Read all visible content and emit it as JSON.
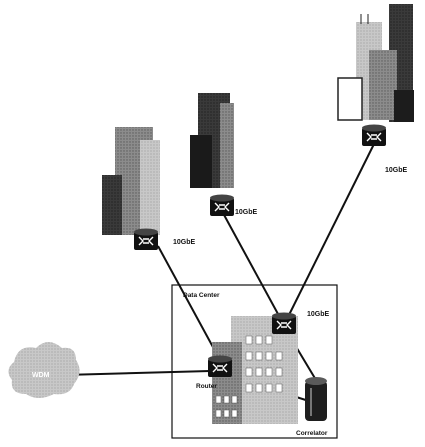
{
  "diagram": {
    "nodes": {
      "router": {
        "label": "Router"
      },
      "dc_switch": {
        "label": "10GbE"
      },
      "bldg_left_switch": {
        "label": "10GbE"
      },
      "bldg_mid_switch": {
        "label": "10GbE"
      },
      "bldg_right_switch": {
        "label": "10GbE"
      },
      "wdm": {
        "label": "WDM"
      },
      "correlator": {
        "label": "Correlator"
      },
      "data_center": {
        "label": "Data Center"
      }
    }
  },
  "colors": {
    "line": "#111111",
    "switch_fill": "#111111",
    "building_dark": "#2a2a2a",
    "building_mid": "#7a7a7a",
    "building_light": "#bdbdbd",
    "wdm_cloud": "#cfcfcf"
  }
}
